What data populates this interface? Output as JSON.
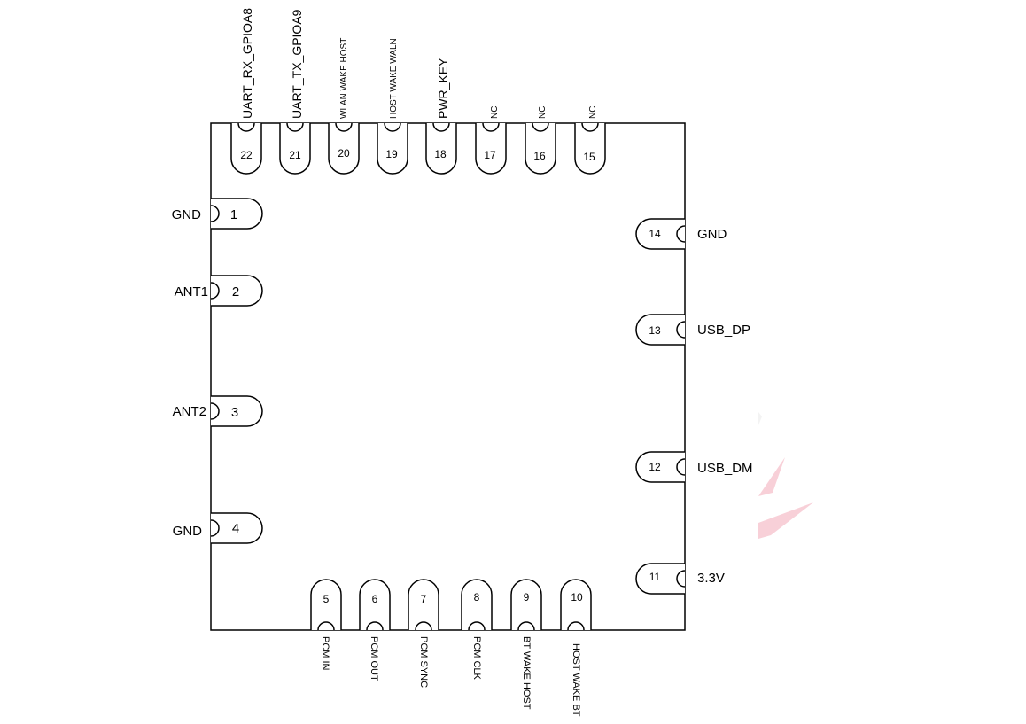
{
  "left_pins": [
    {
      "number": "1",
      "name": "GND"
    },
    {
      "number": "2",
      "name": "ANT1"
    },
    {
      "number": "3",
      "name": "ANT2"
    },
    {
      "number": "4",
      "name": "GND"
    }
  ],
  "bottom_pins": [
    {
      "number": "5",
      "name": "PCM IN"
    },
    {
      "number": "6",
      "name": "PCM OUT"
    },
    {
      "number": "7",
      "name": "PCM SYNC"
    },
    {
      "number": "8",
      "name": "PCM CLK"
    },
    {
      "number": "9",
      "name": "BT WAKE HOST"
    },
    {
      "number": "10",
      "name": "HOST WAKE BT"
    }
  ],
  "right_pins": [
    {
      "number": "11",
      "name": "3.3V"
    },
    {
      "number": "12",
      "name": "USB_DM"
    },
    {
      "number": "13",
      "name": "USB_DP"
    },
    {
      "number": "14",
      "name": "GND"
    }
  ],
  "top_pins": [
    {
      "number": "15",
      "name": "NC"
    },
    {
      "number": "16",
      "name": "NC"
    },
    {
      "number": "17",
      "name": "NC"
    },
    {
      "number": "18",
      "name": "PWR_KEY"
    },
    {
      "number": "19",
      "name": "HOST WAKE WALN"
    },
    {
      "number": "20",
      "name": "WLAN WAKE HOST"
    },
    {
      "number": "21",
      "name": "UART_TX_GPIOA9"
    },
    {
      "number": "22",
      "name": "UART_RX_GPIOA8"
    }
  ],
  "colors": {
    "line": "#000000",
    "watermark": "#f6c6cf"
  }
}
